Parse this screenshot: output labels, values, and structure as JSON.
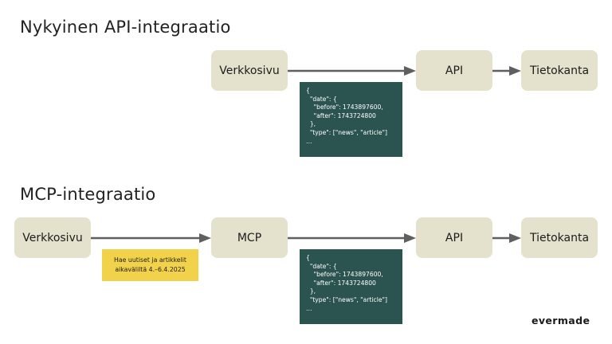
{
  "sections": {
    "current": {
      "title": "Nykyinen API-integraatio",
      "nodes": [
        "Verkkosivu",
        "API",
        "Tietokanta"
      ],
      "code_lines": [
        "{",
        "  \"date\": {",
        "    \"before\": 1743897600,",
        "    \"after\": 1743724800",
        "  },",
        "  \"type\": [\"news\", \"article\"]",
        "…"
      ]
    },
    "mcp": {
      "title": "MCP-integraatio",
      "nodes": [
        "Verkkosivu",
        "MCP",
        "API",
        "Tietokanta"
      ],
      "note_lines": [
        "Hae uutiset ja artikkelit",
        "aikaväliltä 4.–6.4.2025"
      ],
      "code_lines": [
        "{",
        "  \"date\": {",
        "    \"before\": 1743897600,",
        "    \"after\": 1743724800",
        "  },",
        "  \"type\": [\"news\", \"article\"]",
        "…"
      ]
    }
  },
  "logo": "evermade",
  "colors": {
    "node_bg": "#e4e1cc",
    "code_bg": "#2b5450",
    "note_bg": "#f2d24a",
    "arrow": "#5f5f5f"
  }
}
